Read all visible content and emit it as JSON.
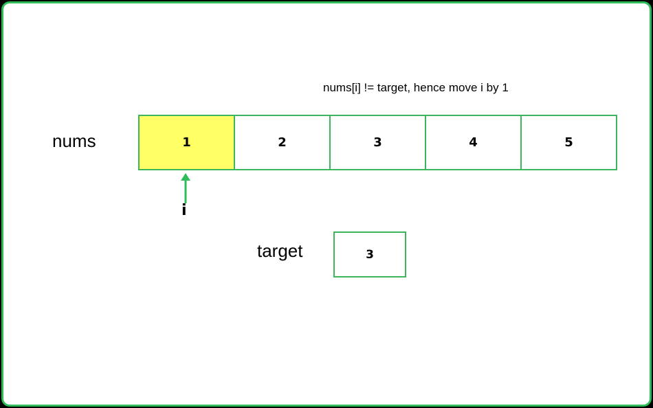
{
  "caption": "nums[i] != target, hence move i by 1",
  "array": {
    "label": "nums",
    "values": [
      "1",
      "2",
      "3",
      "4",
      "5"
    ],
    "highlight_index": 0,
    "highlight_color": "#ffff66",
    "border_color": "#3cb55b"
  },
  "pointer": {
    "label": "i",
    "color": "#2ebd59"
  },
  "target": {
    "label": "target",
    "value": "3"
  },
  "frame_color": "#2ebd59"
}
